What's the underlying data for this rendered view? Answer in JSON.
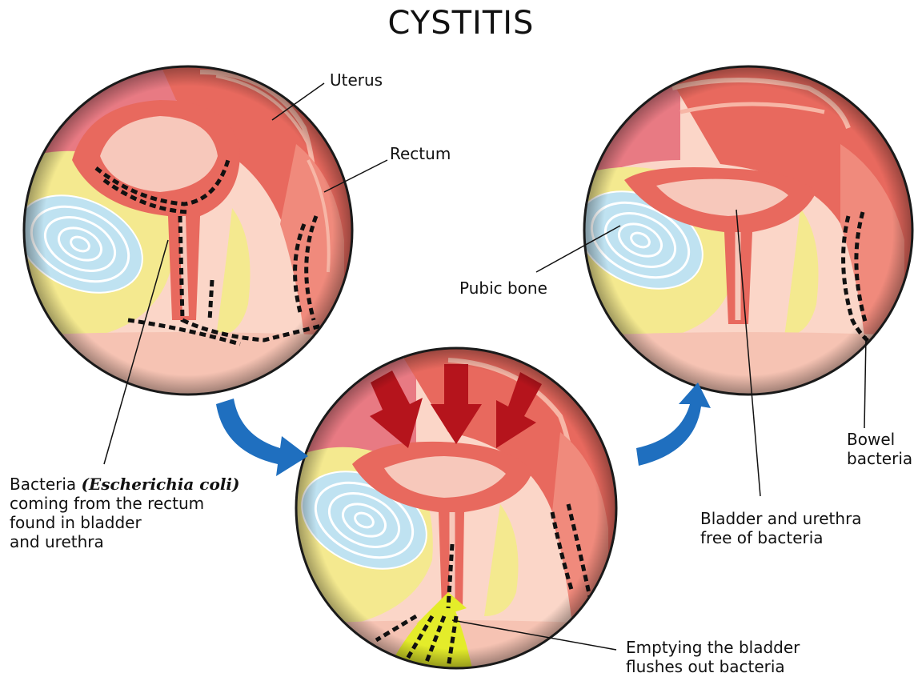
{
  "title": "CYSTITIS",
  "labels": {
    "uterus": "Uterus",
    "rectum": "Rectum",
    "pubic_bone": "Pubic bone",
    "bowel_bacteria_line1": "Bowel",
    "bowel_bacteria_line2": "bacteria",
    "bacteria_prefix": "Bacteria ",
    "bacteria_species": "(Escherichia coli)",
    "bacteria_line2": "coming from the rectum",
    "bacteria_line3": "found in bladder",
    "bacteria_line4": "and urethra",
    "free_line1": "Bladder and urethra",
    "free_line2": "free of bacteria",
    "emptying_line1": "Emptying the bladder",
    "emptying_line2": "flushes out bacteria"
  },
  "colors": {
    "tissue": "#e8695e",
    "tissue_light": "#f7b6a6",
    "skin": "#fbd6c8",
    "fat": "#f4e98f",
    "bone": "#bfe2f1",
    "arrow_red": "#b5141c",
    "arrow_blue": "#1f6fbf",
    "urine": "#e4ec2a"
  }
}
